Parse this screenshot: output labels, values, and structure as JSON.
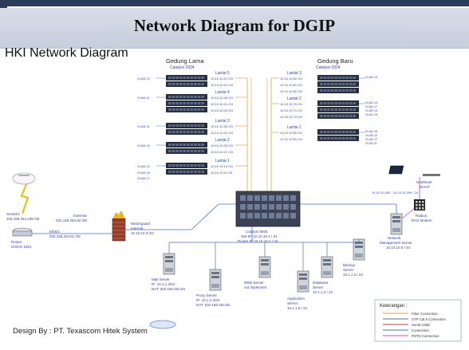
{
  "slide": {
    "title": "Network Diagram for DGIP",
    "subtitle": "HKI Network Diagram",
    "footer": "Design By : PT. Texascom Hitek System"
  },
  "buildings": {
    "lama": {
      "title": "Gedung Lama",
      "subtitle": "Catalyst 2924"
    },
    "baru": {
      "title": "Gedung Baru",
      "subtitle": "Catalyst 2924"
    }
  },
  "lama_floors": [
    {
      "label": "Lantai 5",
      "ips": [
        "10.10.10.21 /24",
        "10.10.10.22 /24"
      ],
      "vlan": "VLAN 12"
    },
    {
      "label": "Lantai 4",
      "ips": [
        "10.10.10.40 /24",
        "10.10.10.41 /24",
        "10.10.10.42 /24"
      ],
      "vlan": "VLAN 11"
    },
    {
      "label": "Lantai 3",
      "ips": [
        "10.10.10.30 /24",
        "10.10.10.31 /24"
      ],
      "vlan": "VLAN 11"
    },
    {
      "label": "Lantai 2",
      "ips": [
        "10.10.10.20 /24",
        "10.10.10.21 /24"
      ],
      "vlan": "VLAN 10"
    },
    {
      "label": "Lantai 1",
      "ips": [
        "10.10.10.10 /24",
        "10.10.10.11 /24"
      ],
      "vlan": "VLAN 13"
    }
  ],
  "lama_extra_vlans": [
    "VLAN 16",
    "VLAN 17"
  ],
  "baru_floors": [
    {
      "label": "Lantai 3",
      "ips": [
        "10.10.10.60 /24",
        "10.10.10.61 /24",
        "10.10.10.62 /24"
      ],
      "vlans": [
        "VLAN 13"
      ]
    },
    {
      "label": "Lantai 2",
      "ips": [
        "10.10.10.70 /24",
        "10.10.10.71 /24",
        "10.10.10.72 /24"
      ],
      "vlans": [
        "VLAN 15",
        "VLAN 17",
        "VLAN 13",
        "VLAN 15"
      ]
    },
    {
      "label": "Lantai 1",
      "ips": [
        "10.10.10.80 /24",
        "10.10.10.81 /24"
      ],
      "vlans": [
        "VLAN 16",
        "VLAN 12",
        "VLAN 17",
        "VLAN 11"
      ]
    }
  ],
  "core": {
    "name": "Catalyst 5505",
    "line1": "SW-IP: 10.10.10.1 / 24",
    "line2": "Router IP 10.10.10.2 / 24"
  },
  "internet": {
    "label": "Internet"
  },
  "router": {
    "serial_label": "Serial10",
    "serial_ip": "202.158.254.238 /30",
    "eth_label": "Eth0/1",
    "eth_ip": "202.158.254.81 /28",
    "name": "Router",
    "model": "CISCO 1601"
  },
  "firewall": {
    "ext_label": "External",
    "ext_ip": "202.158.254.82 /28",
    "int_label": "Internal",
    "int_ip": "10.10.10.3 /24",
    "name": "Watchguard"
  },
  "notebook": {
    "label": "Notebook",
    "sub": "DHCP",
    "ip_line": "10.10.10.200 - 10.10.10.254 / 24"
  },
  "radius": {
    "label": "Radius",
    "sub": "RAS Modem"
  },
  "nms": {
    "label": "Network",
    "sub": "Management Server",
    "ip": "10.10.10.5 / 24"
  },
  "servers": [
    {
      "name": "Mail Server",
      "line1": "IP: 10.1.1.3/24",
      "line2": "NAT: 202.158.254.84"
    },
    {
      "name": "Proxy Server",
      "line1": "IP: 10.1.1.4/24",
      "line2": "NAT: 202.158.254.85"
    },
    {
      "name": "WEB Server",
      "line1": "not implement",
      "line2": ""
    },
    {
      "name": "Application",
      "line1": "Server",
      "line2": "10.1.1.6 / 24"
    },
    {
      "name": "Database",
      "line1": "Server",
      "line2": "10.1.1.3 / 24"
    },
    {
      "name": "Backup",
      "line1": "Server",
      "line2": "10.1.1.2 / 24"
    }
  ],
  "legend": {
    "title": "Keterangan :",
    "items": [
      {
        "label": "Fiber Connection",
        "color": "#e3a34a"
      },
      {
        "label": "UTP Cat 5 Connection",
        "color": "#4a6bd0"
      },
      {
        "label": "Serial Cable",
        "color": "#d23b3b"
      },
      {
        "label": "Connection",
        "color": "#4a6bd0"
      },
      {
        "label": "PSTN Connection",
        "color": "#c84ad0"
      }
    ]
  },
  "colors": {
    "fiber": "#e3a34a",
    "utp": "#4a6bd0",
    "serial": "#d23b3b",
    "pstn": "#c84ad0",
    "label": "#2f3fb5",
    "switch": "#2a2f3a"
  }
}
